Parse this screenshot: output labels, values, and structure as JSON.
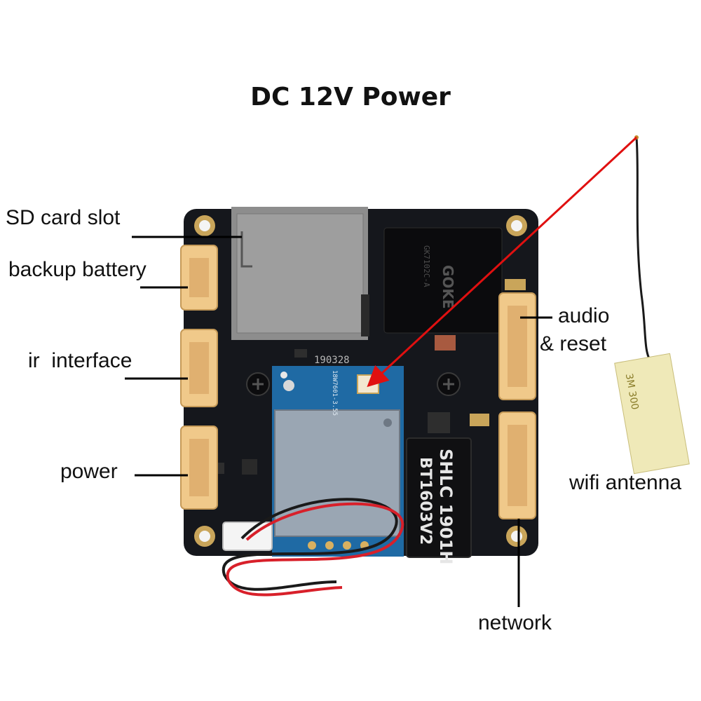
{
  "title": "DC 12V Power",
  "labels": {
    "sd_card_slot": "SD card slot",
    "backup_battery": "backup battery",
    "ir_interface": "ir  interface",
    "power": "power",
    "audio": "audio",
    "reset": "& reset",
    "wifi_antenna": "wifi antenna",
    "network": "network"
  },
  "board_text": {
    "chip_brand": "GOKE",
    "chip_model": "GK7102C-A",
    "date_code": "190328",
    "transformer_line1": "SHLC 1901H",
    "transformer_line2": "BT1603V2",
    "wifi_module": "18W7601-3.55",
    "antenna_tag": "3M 300"
  },
  "colors": {
    "pcb": "#15171c",
    "connector": "#f0c98a",
    "pointer_arrow": "#e01010",
    "leader_line": "#000000",
    "wire_red": "#d8202a",
    "wire_black": "#1a1a1a"
  }
}
